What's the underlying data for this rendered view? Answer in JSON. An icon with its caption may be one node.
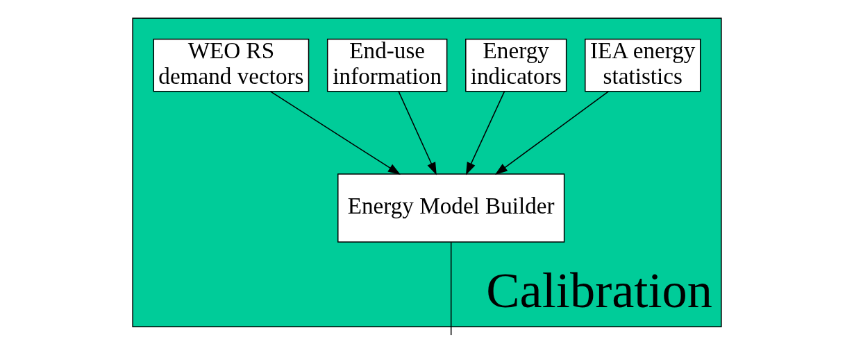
{
  "diagram": {
    "nodes": [
      {
        "text": [
          "Calibration"
        ]
      },
      {
        "text": [
          "IEA energy statistics"
        ],
        "in": 0
      },
      {
        "text": [
          "Energy indicators"
        ],
        "in": 0
      },
      {
        "text": [
          "End-use information"
        ],
        "in": 0
      },
      {
        "text": [
          "WEO RS demand vectors"
        ],
        "in": 0
      },
      {
        "text": [
          "Energy Model Builder"
        ],
        "in": 0
      }
    ],
    "edges": [
      {
        "from": 1,
        "to": 5,
        "arrow": "to"
      },
      {
        "from": 2,
        "to": 5,
        "arrow": "to"
      },
      {
        "from": 3,
        "to": 5,
        "arrow": "to"
      },
      {
        "from": 4,
        "to": 5,
        "arrow": "to"
      },
      {
        "from": 5,
        "to": null,
        "arrow": "none"
      }
    ]
  }
}
